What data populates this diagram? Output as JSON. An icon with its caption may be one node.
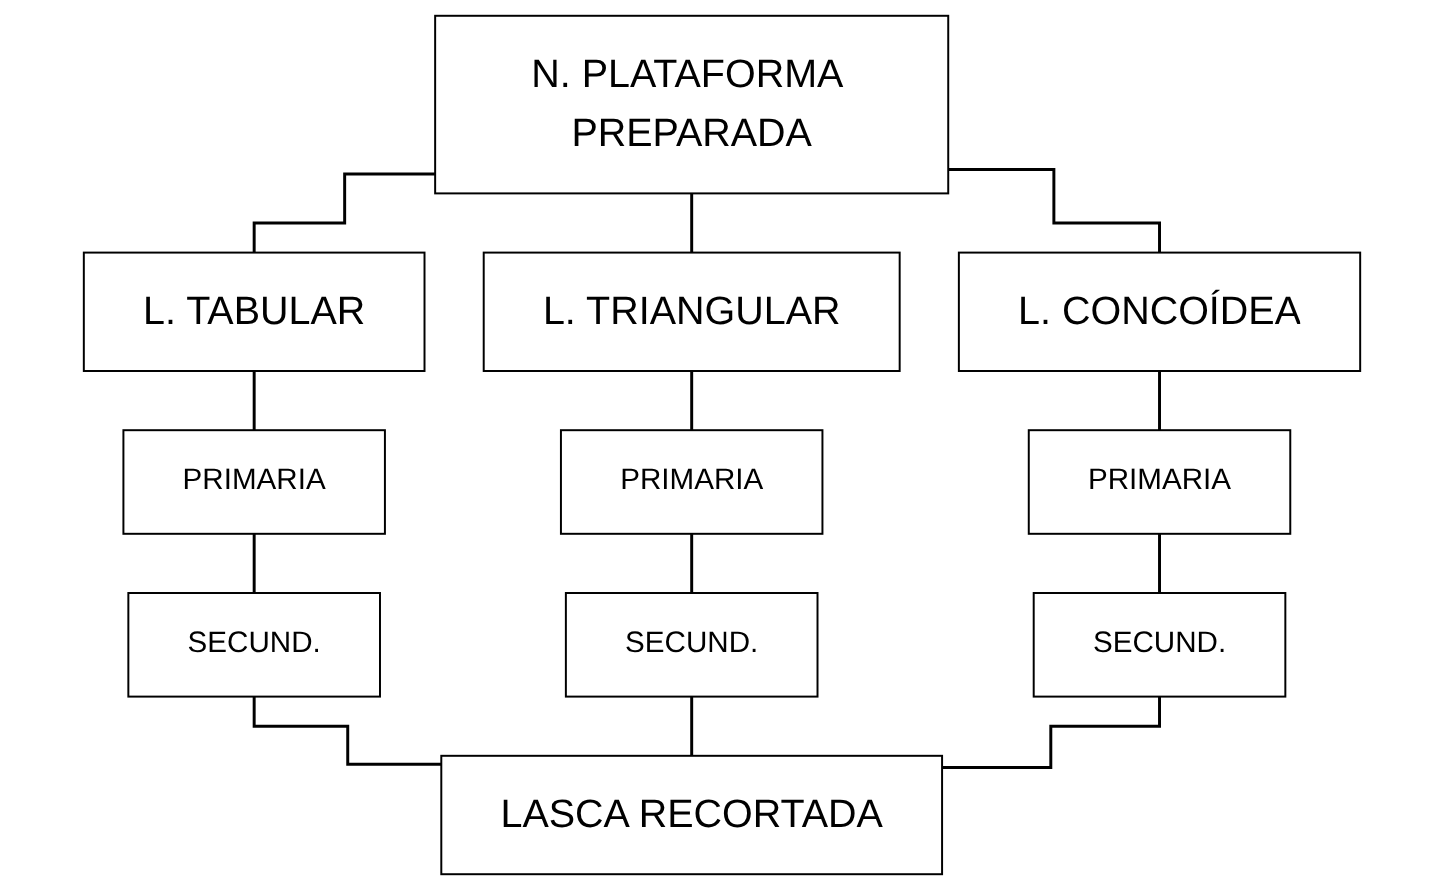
{
  "diagram": {
    "nodes": [
      {
        "text": [
          "N. PLATAFORMA PREPARADA"
        ]
      },
      {
        "text": [
          "L. TABULAR"
        ]
      },
      {
        "text": [
          "L. TRIANGULAR"
        ]
      },
      {
        "text": [
          "L. CONCOÍDEA"
        ]
      },
      {
        "text": [
          "PRIMARIA"
        ]
      },
      {
        "text": [
          "SECUND."
        ]
      },
      {
        "text": [
          "PRIMARIA"
        ]
      },
      {
        "text": [
          "SECUND."
        ]
      },
      {
        "text": [
          "PRIMARIA"
        ]
      },
      {
        "text": [
          "SECUND."
        ]
      },
      {
        "text": [
          "LASCA RECORTADA"
        ]
      }
    ],
    "edges": [
      {
        "from": 0,
        "to": 1,
        "arrow": "none"
      },
      {
        "from": 0,
        "to": 2,
        "arrow": "none"
      },
      {
        "from": 0,
        "to": 3,
        "arrow": "none"
      },
      {
        "from": 1,
        "to": 4,
        "arrow": "none"
      },
      {
        "from": 4,
        "to": 5,
        "arrow": "none"
      },
      {
        "from": 2,
        "to": 6,
        "arrow": "none"
      },
      {
        "from": 6,
        "to": 7,
        "arrow": "none"
      },
      {
        "from": 3,
        "to": 8,
        "arrow": "none"
      },
      {
        "from": 8,
        "to": 9,
        "arrow": "none"
      },
      {
        "from": 5,
        "to": 10,
        "arrow": "none"
      },
      {
        "from": 7,
        "to": 10,
        "arrow": "none"
      },
      {
        "from": 9,
        "to": 10,
        "arrow": "none"
      }
    ]
  }
}
